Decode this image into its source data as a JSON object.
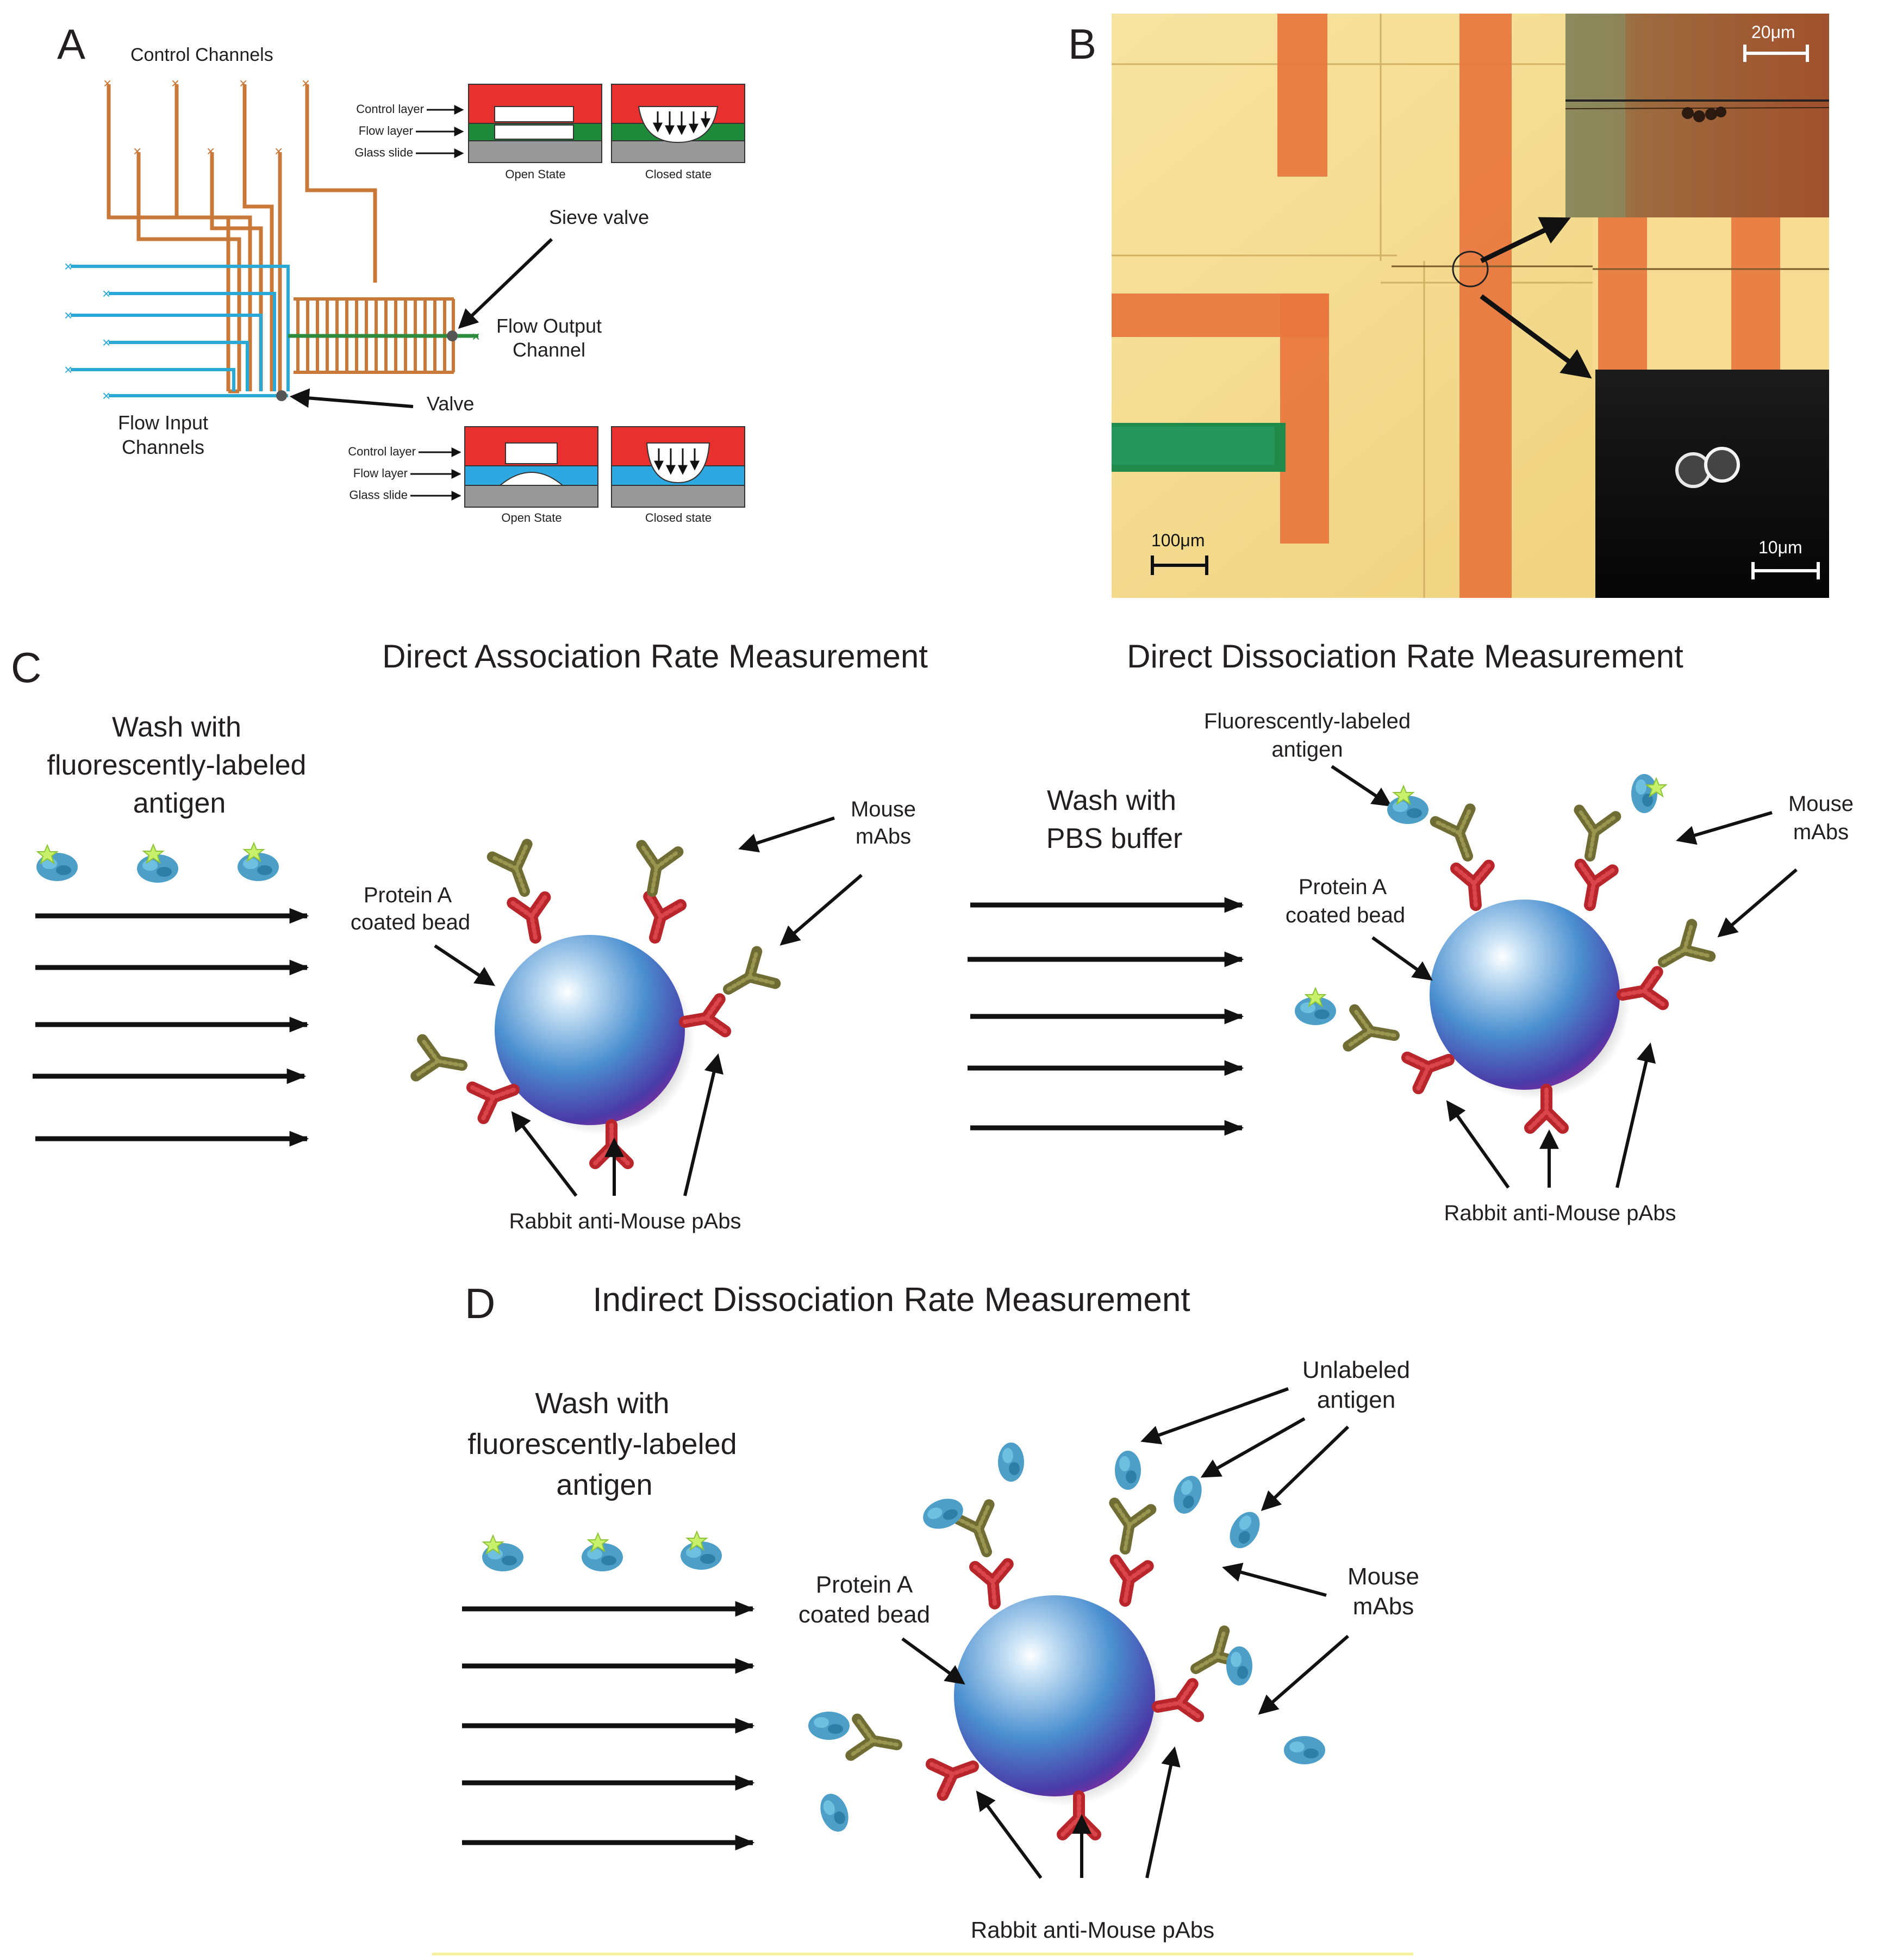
{
  "panels": {
    "a": "A",
    "b": "B",
    "c": "C",
    "d": "D"
  },
  "panel_a": {
    "control_channels": "Control Channels",
    "sieve_valve": "Sieve valve",
    "flow_output_1": "Flow Output",
    "flow_output_2": "Channel",
    "valve": "Valve",
    "flow_input_1": "Flow Input",
    "flow_input_2": "Channels",
    "top_inset": {
      "control_layer": "Control layer",
      "flow_layer": "Flow layer",
      "glass_slide": "Glass slide",
      "open_state": "Open State",
      "closed_state": "Closed state"
    },
    "bottom_inset": {
      "control_layer": "Control layer",
      "flow_layer": "Flow layer",
      "glass_slide": "Glass slide",
      "open_state": "Open State",
      "closed_state": "Closed state"
    },
    "colors": {
      "control": "#c8793a",
      "flow_input": "#2aa8d6",
      "flow_output": "#2e8b3d",
      "control_red": "#e8312f",
      "flow_green": "#1f8a3a",
      "flow_blue": "#2ea8e0"
    }
  },
  "panel_b": {
    "scale_main": "100μm",
    "scale_top": "20μm",
    "scale_bottom": "10μm"
  },
  "panel_c": {
    "assoc": {
      "title": "Direct Association Rate Measurement",
      "wash_1": "Wash with",
      "wash_2": "fluorescently-labeled",
      "wash_3": "antigen",
      "protein_a_1": "Protein A",
      "protein_a_2": "coated bead",
      "mouse_1": "Mouse",
      "mouse_2": "mAbs",
      "rabbit": "Rabbit anti-Mouse pAbs"
    },
    "dissoc": {
      "title": "Direct Dissociation Rate Measurement",
      "fluor_1": "Fluorescently-labeled",
      "fluor_2": "antigen",
      "wash_1": "Wash with",
      "wash_2": "PBS buffer",
      "protein_a_1": "Protein A",
      "protein_a_2": "coated bead",
      "mouse_1": "Mouse",
      "mouse_2": "mAbs",
      "rabbit": "Rabbit anti-Mouse pAbs"
    }
  },
  "panel_d": {
    "title": "Indirect Dissociation Rate Measurement",
    "wash_1": "Wash with",
    "wash_2": "fluorescently-labeled",
    "wash_3": "antigen",
    "unlabeled_1": "Unlabeled",
    "unlabeled_2": "antigen",
    "mouse_1": "Mouse",
    "mouse_2": "mAbs",
    "protein_a_1": "Protein A",
    "protein_a_2": "coated bead",
    "rabbit": "Rabbit anti-Mouse pAbs"
  },
  "icons": [
    "bead-icon",
    "antibody-icon",
    "antigen-icon",
    "fluorophore-icon",
    "flow-arrow-icon",
    "microscope-image-icon"
  ],
  "colors": {
    "bead_light": "#cfe6f7",
    "bead_mid": "#4a8fd0",
    "bead_dark": "#4a3aa8",
    "rabbit_pab": "#b8262b",
    "mouse_mab": "#7a7a3a",
    "antigen": "#4d9fc7",
    "fluor": "#c8f06a",
    "chip_bg": "#f3d98a",
    "chip_channel": "#e8763e"
  }
}
